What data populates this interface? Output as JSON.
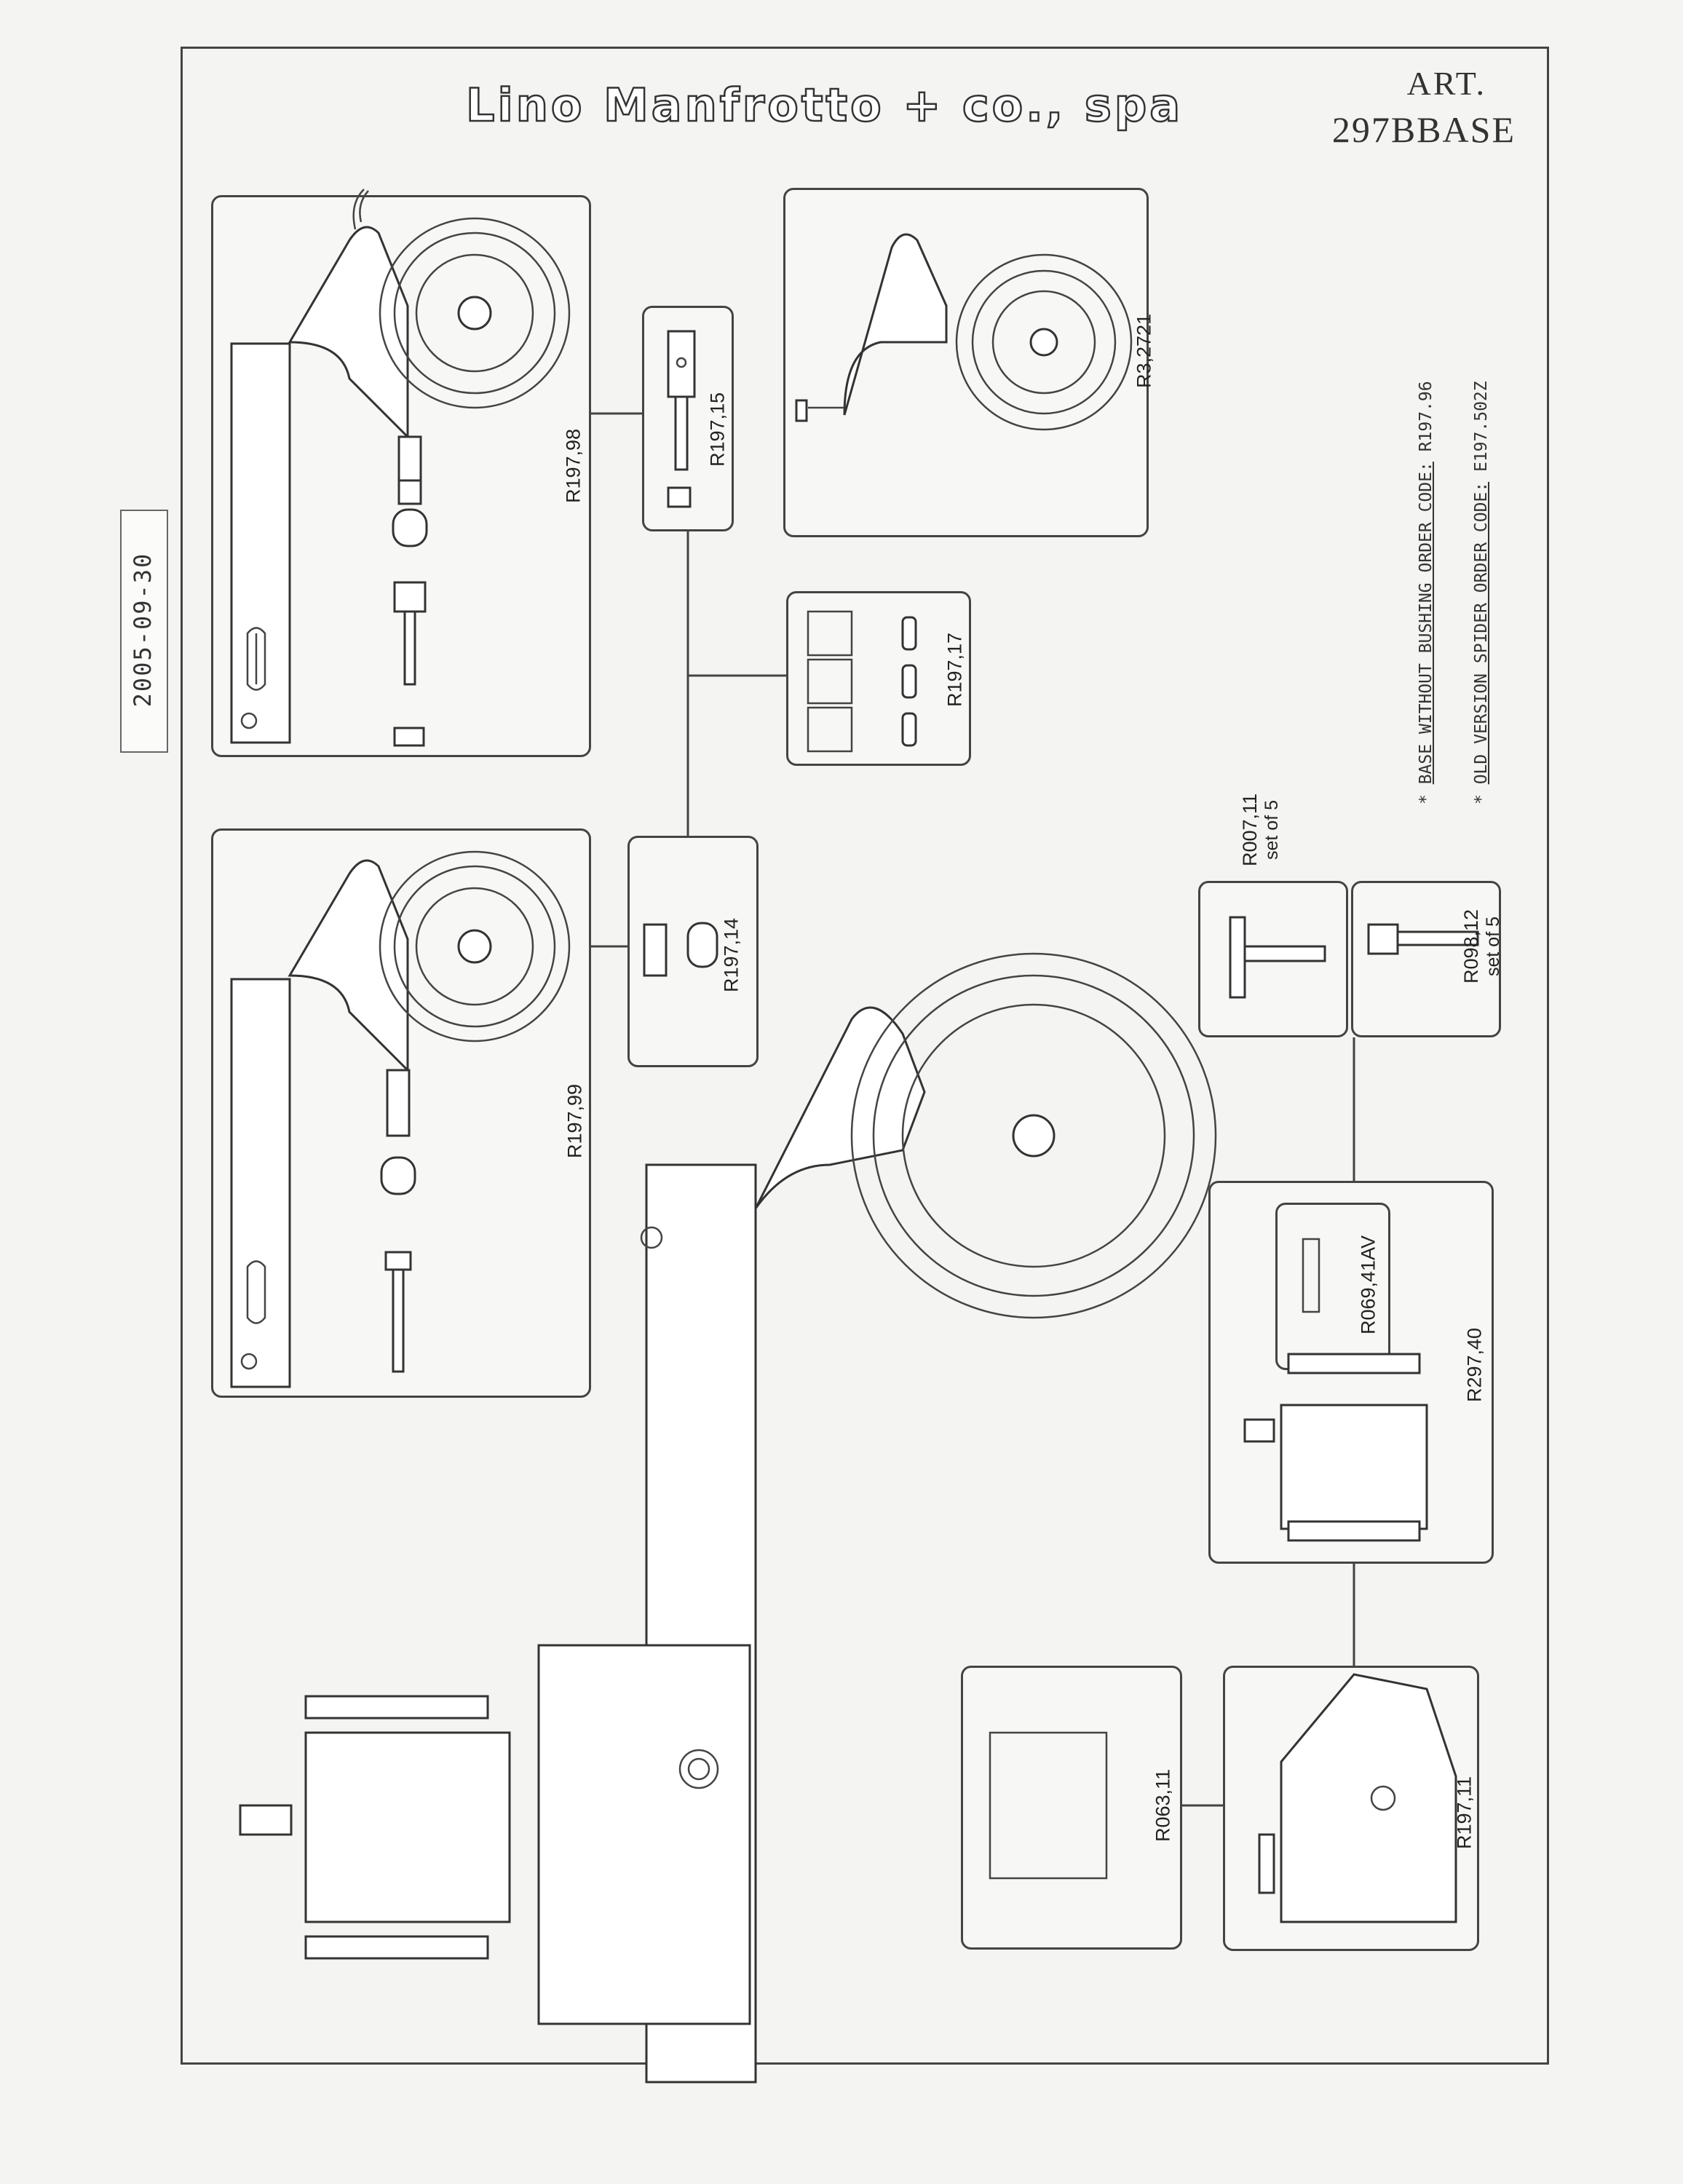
{
  "date": "2005-09-30",
  "brand": "Lino Manfrotto + co., spa",
  "article": {
    "line1": "ART.",
    "line2": "297BBASE"
  },
  "notes": [
    {
      "label": "BASE WITHOUT BUSHING ORDER CODE:",
      "code": "R197.96"
    },
    {
      "label": "OLD VERSION SPIDER ORDER CODE:",
      "code": "E197.502Z"
    }
  ],
  "parts": {
    "r197_98": "R197,98",
    "r197_15": "R197,15",
    "r3_2721": "R3,2721",
    "r197_17": "R197,17",
    "r197_99": "R197,99",
    "r197_14": "R197,14",
    "r007_11": "R007,11",
    "r007_11_sub": "set of 5",
    "r098_12": "R098,12",
    "r098_12_sub": "set of 5",
    "r069_41av": "R069,41AV",
    "r297_40": "R297,40",
    "r063_11": "R063,11",
    "r197_11": "R197,11"
  },
  "colors": {
    "line": "#444444",
    "paper": "#f4f4f2"
  }
}
